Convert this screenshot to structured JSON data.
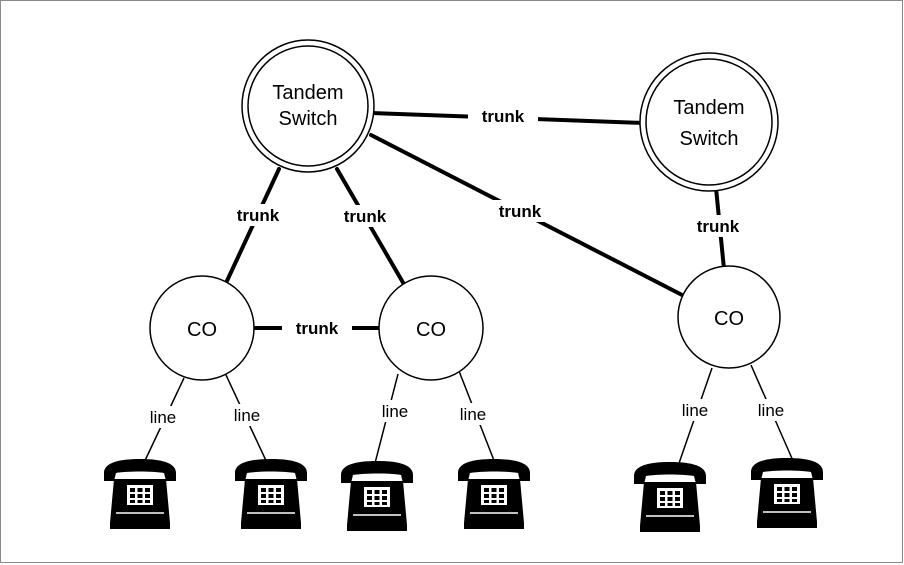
{
  "diagram": {
    "tandem_left": {
      "line1": "Tandem",
      "line2": "Switch"
    },
    "tandem_right": {
      "line1": "Tandem",
      "line2": "Switch"
    },
    "co_1": "CO",
    "co_2": "CO",
    "co_3": "CO",
    "trunk_labels": {
      "tandem_tandem": "trunk",
      "tandem_co1": "trunk",
      "tandem_co2": "trunk",
      "tandem_co3": "trunk",
      "tandem_right_co3": "trunk",
      "co1_co2": "trunk"
    },
    "line_labels": [
      "line",
      "line",
      "line",
      "line",
      "line",
      "line"
    ],
    "phone_icon": "telephone-icon"
  }
}
